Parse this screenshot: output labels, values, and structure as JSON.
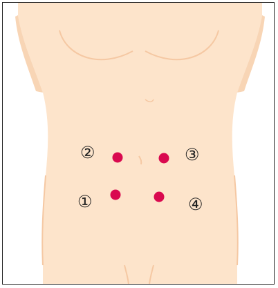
{
  "colors": {
    "skin": "#FDE4CB",
    "skin_outline": "#F5C8A3",
    "body_shadow": "#F8D5B5",
    "marker": "#D9094F",
    "border": "#222222",
    "label_text": "#222222"
  },
  "injection_sites": [
    {
      "number": "1",
      "label": "①"
    },
    {
      "number": "2",
      "label": "②"
    },
    {
      "number": "3",
      "label": "③"
    },
    {
      "number": "4",
      "label": "④"
    }
  ]
}
